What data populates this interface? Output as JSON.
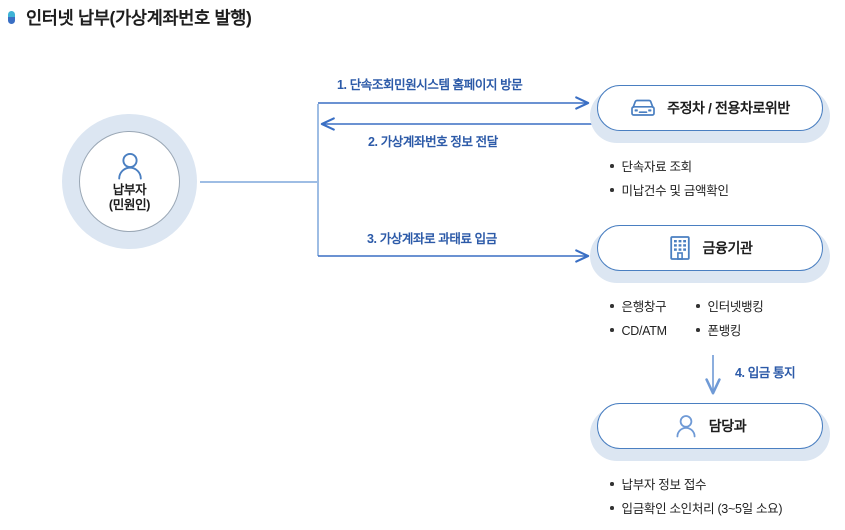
{
  "page": {
    "title": "인터넷 납부(가상계좌번호 발행)",
    "bullet_icon": "capsule-bullet-icon",
    "accent_color": "#2c5aa8",
    "icon_color": "#4a7fc1",
    "halo_color": "#dce6f2"
  },
  "payer": {
    "icon": "person-icon",
    "line1": "납부자",
    "line2": "(민원인)"
  },
  "steps": [
    {
      "id": "step-1",
      "label": "1. 단속조회민원시스템 홈페이지 방문",
      "direction": "right"
    },
    {
      "id": "step-2",
      "label": "2. 가상계좌번호 정보 전달",
      "direction": "left"
    },
    {
      "id": "step-3",
      "label": "3. 가상계좌로 과태료 입금",
      "direction": "right"
    },
    {
      "id": "step-4",
      "label": "4. 입금 통지",
      "direction": "down"
    }
  ],
  "nodes": [
    {
      "id": "enforcement",
      "icon": "car-icon",
      "label": "주정차 / 전용차로위반",
      "bullets": [
        {
          "col_a": "단속자료 조회",
          "col_b": ""
        },
        {
          "col_a": "미납건수 및 금액확인",
          "col_b": ""
        }
      ]
    },
    {
      "id": "bank",
      "icon": "building-icon",
      "label": "금융기관",
      "bullets": [
        {
          "col_a": "은행창구",
          "col_b": "인터넷뱅킹"
        },
        {
          "col_a": "CD/ATM",
          "col_b": "폰뱅킹"
        }
      ]
    },
    {
      "id": "dept",
      "icon": "person-icon",
      "label": "담당과",
      "bullets": [
        {
          "col_a": "납부자 정보 접수",
          "col_b": ""
        },
        {
          "col_a": "입금확인 소인처리 (3~5일 소요)",
          "col_b": ""
        }
      ]
    }
  ]
}
